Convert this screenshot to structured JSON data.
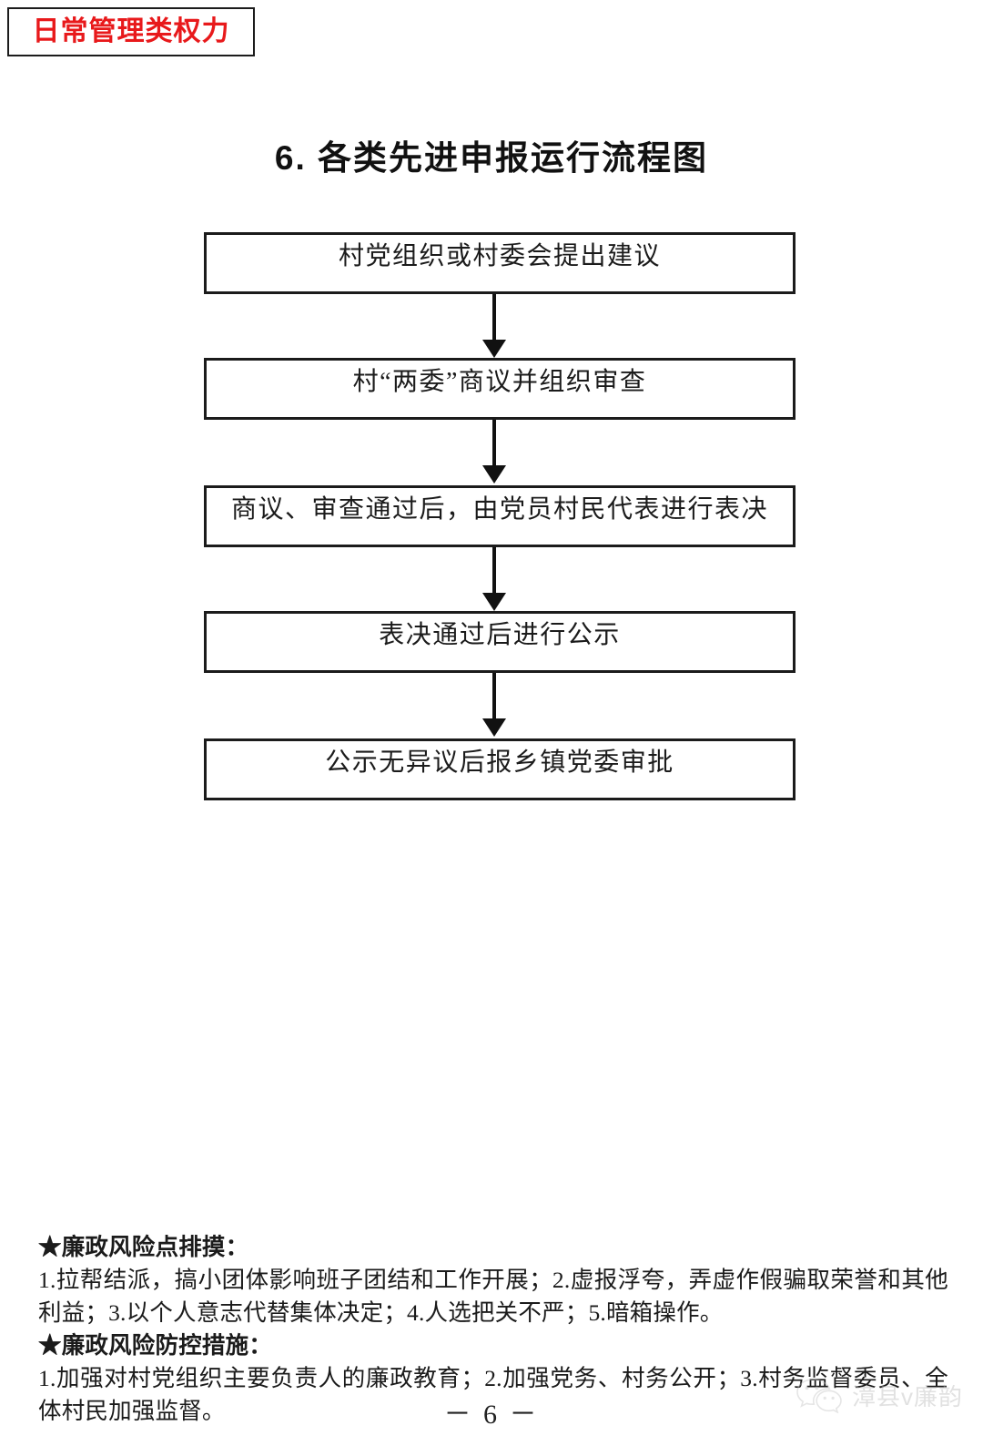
{
  "badge": {
    "label": "日常管理类权力"
  },
  "title": "6. 各类先进申报运行流程图",
  "flowchart": {
    "type": "flowchart",
    "orientation": "vertical",
    "nodes": [
      {
        "id": "step-1",
        "text": "村党组织或村委会提出建议"
      },
      {
        "id": "step-2",
        "text": "村“两委”商议并组织审查"
      },
      {
        "id": "step-3",
        "text": "商议、审查通过后，由党员村民代表进行表决"
      },
      {
        "id": "step-4",
        "text": "表决通过后进行公示"
      },
      {
        "id": "step-5",
        "text": "公示无异议后报乡镇党委审批"
      }
    ],
    "connectors": [
      {
        "from": "step-1",
        "to": "step-2",
        "arrow": "down"
      },
      {
        "from": "step-2",
        "to": "step-3",
        "arrow": "down"
      },
      {
        "from": "step-3",
        "to": "step-4",
        "arrow": "down"
      },
      {
        "from": "step-4",
        "to": "step-5",
        "arrow": "down"
      }
    ]
  },
  "notes": {
    "risk_heading": "★廉政风险点排摸：",
    "risk_body": "1.拉帮结派，搞小团体影响班子团结和工作开展；2.虚报浮夸，弄虚作假骗取荣誉和其他利益；3.以个人意志代替集体决定；4.人选把关不严；5.暗箱操作。",
    "measure_heading": "★廉政风险防控措施：",
    "measure_body": "1.加强对村党组织主要负责人的廉政教育；2.加强党务、村务公开；3.村务监督委员、全体村民加强监督。"
  },
  "footer": {
    "page_number": "－ 6 －",
    "watermark_text": "漳县v廉韵",
    "watermark_icon": "wechat-icon"
  },
  "colors": {
    "badge_text": "#e8191b",
    "border": "#1b1b1b",
    "body_text": "#1b1b1b",
    "watermark": "#b9b9b9"
  }
}
